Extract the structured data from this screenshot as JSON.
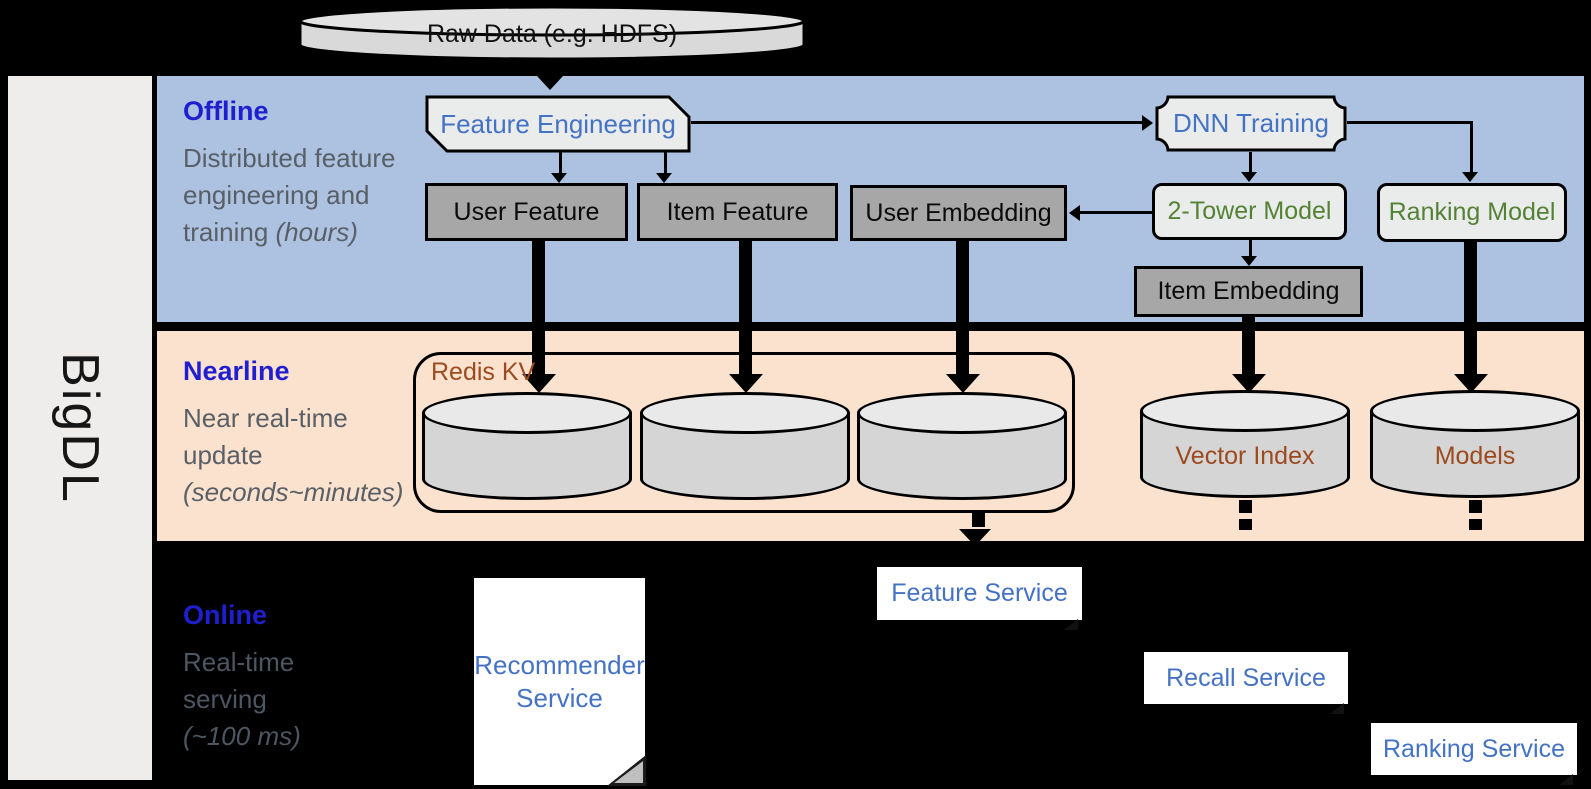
{
  "sidebar": {
    "brand": "BigDL"
  },
  "datasource": {
    "label": "Raw Data (e.g. HDFS)"
  },
  "bands": {
    "offline": {
      "title": "Offline",
      "desc": "Distributed feature engineering and training",
      "desc_note": "(hours)"
    },
    "nearline": {
      "title": "Nearline",
      "desc": "Near real-time update",
      "desc_note": "(seconds~minutes)"
    },
    "online": {
      "title": "Online",
      "desc": "Real-time serving",
      "desc_note": "(~100 ms)"
    }
  },
  "offline": {
    "feature_engineering": "Feature Engineering",
    "dnn_training": "DNN Training",
    "user_feature": "User Feature",
    "item_feature": "Item Feature",
    "user_embedding": "User Embedding",
    "two_tower_model": "2-Tower Model",
    "ranking_model": "Ranking Model",
    "item_embedding": "Item Embedding"
  },
  "nearline": {
    "redis": "Redis KV",
    "vector_index": "Vector Index",
    "models": "Models"
  },
  "online": {
    "feature_service": "Feature Service",
    "recommender_service": "Recommender Service",
    "recall_service": "Recall Service",
    "ranking_service": "Ranking Service"
  },
  "colors": {
    "background": "#000000",
    "offline_band": "#adc2e1",
    "nearline_band": "#fbe2ce",
    "sidebar": "#eeedeb",
    "band_title_blue": "#1f1fd0",
    "component_blue": "#4472c4",
    "model_green": "#548235",
    "storage_brown": "#9c4a1e",
    "desc_gray": "#595f66",
    "gray_box": "#a7a7a7",
    "light_box": "#eaeceb",
    "cylinder_body": "#d5d5d5"
  }
}
